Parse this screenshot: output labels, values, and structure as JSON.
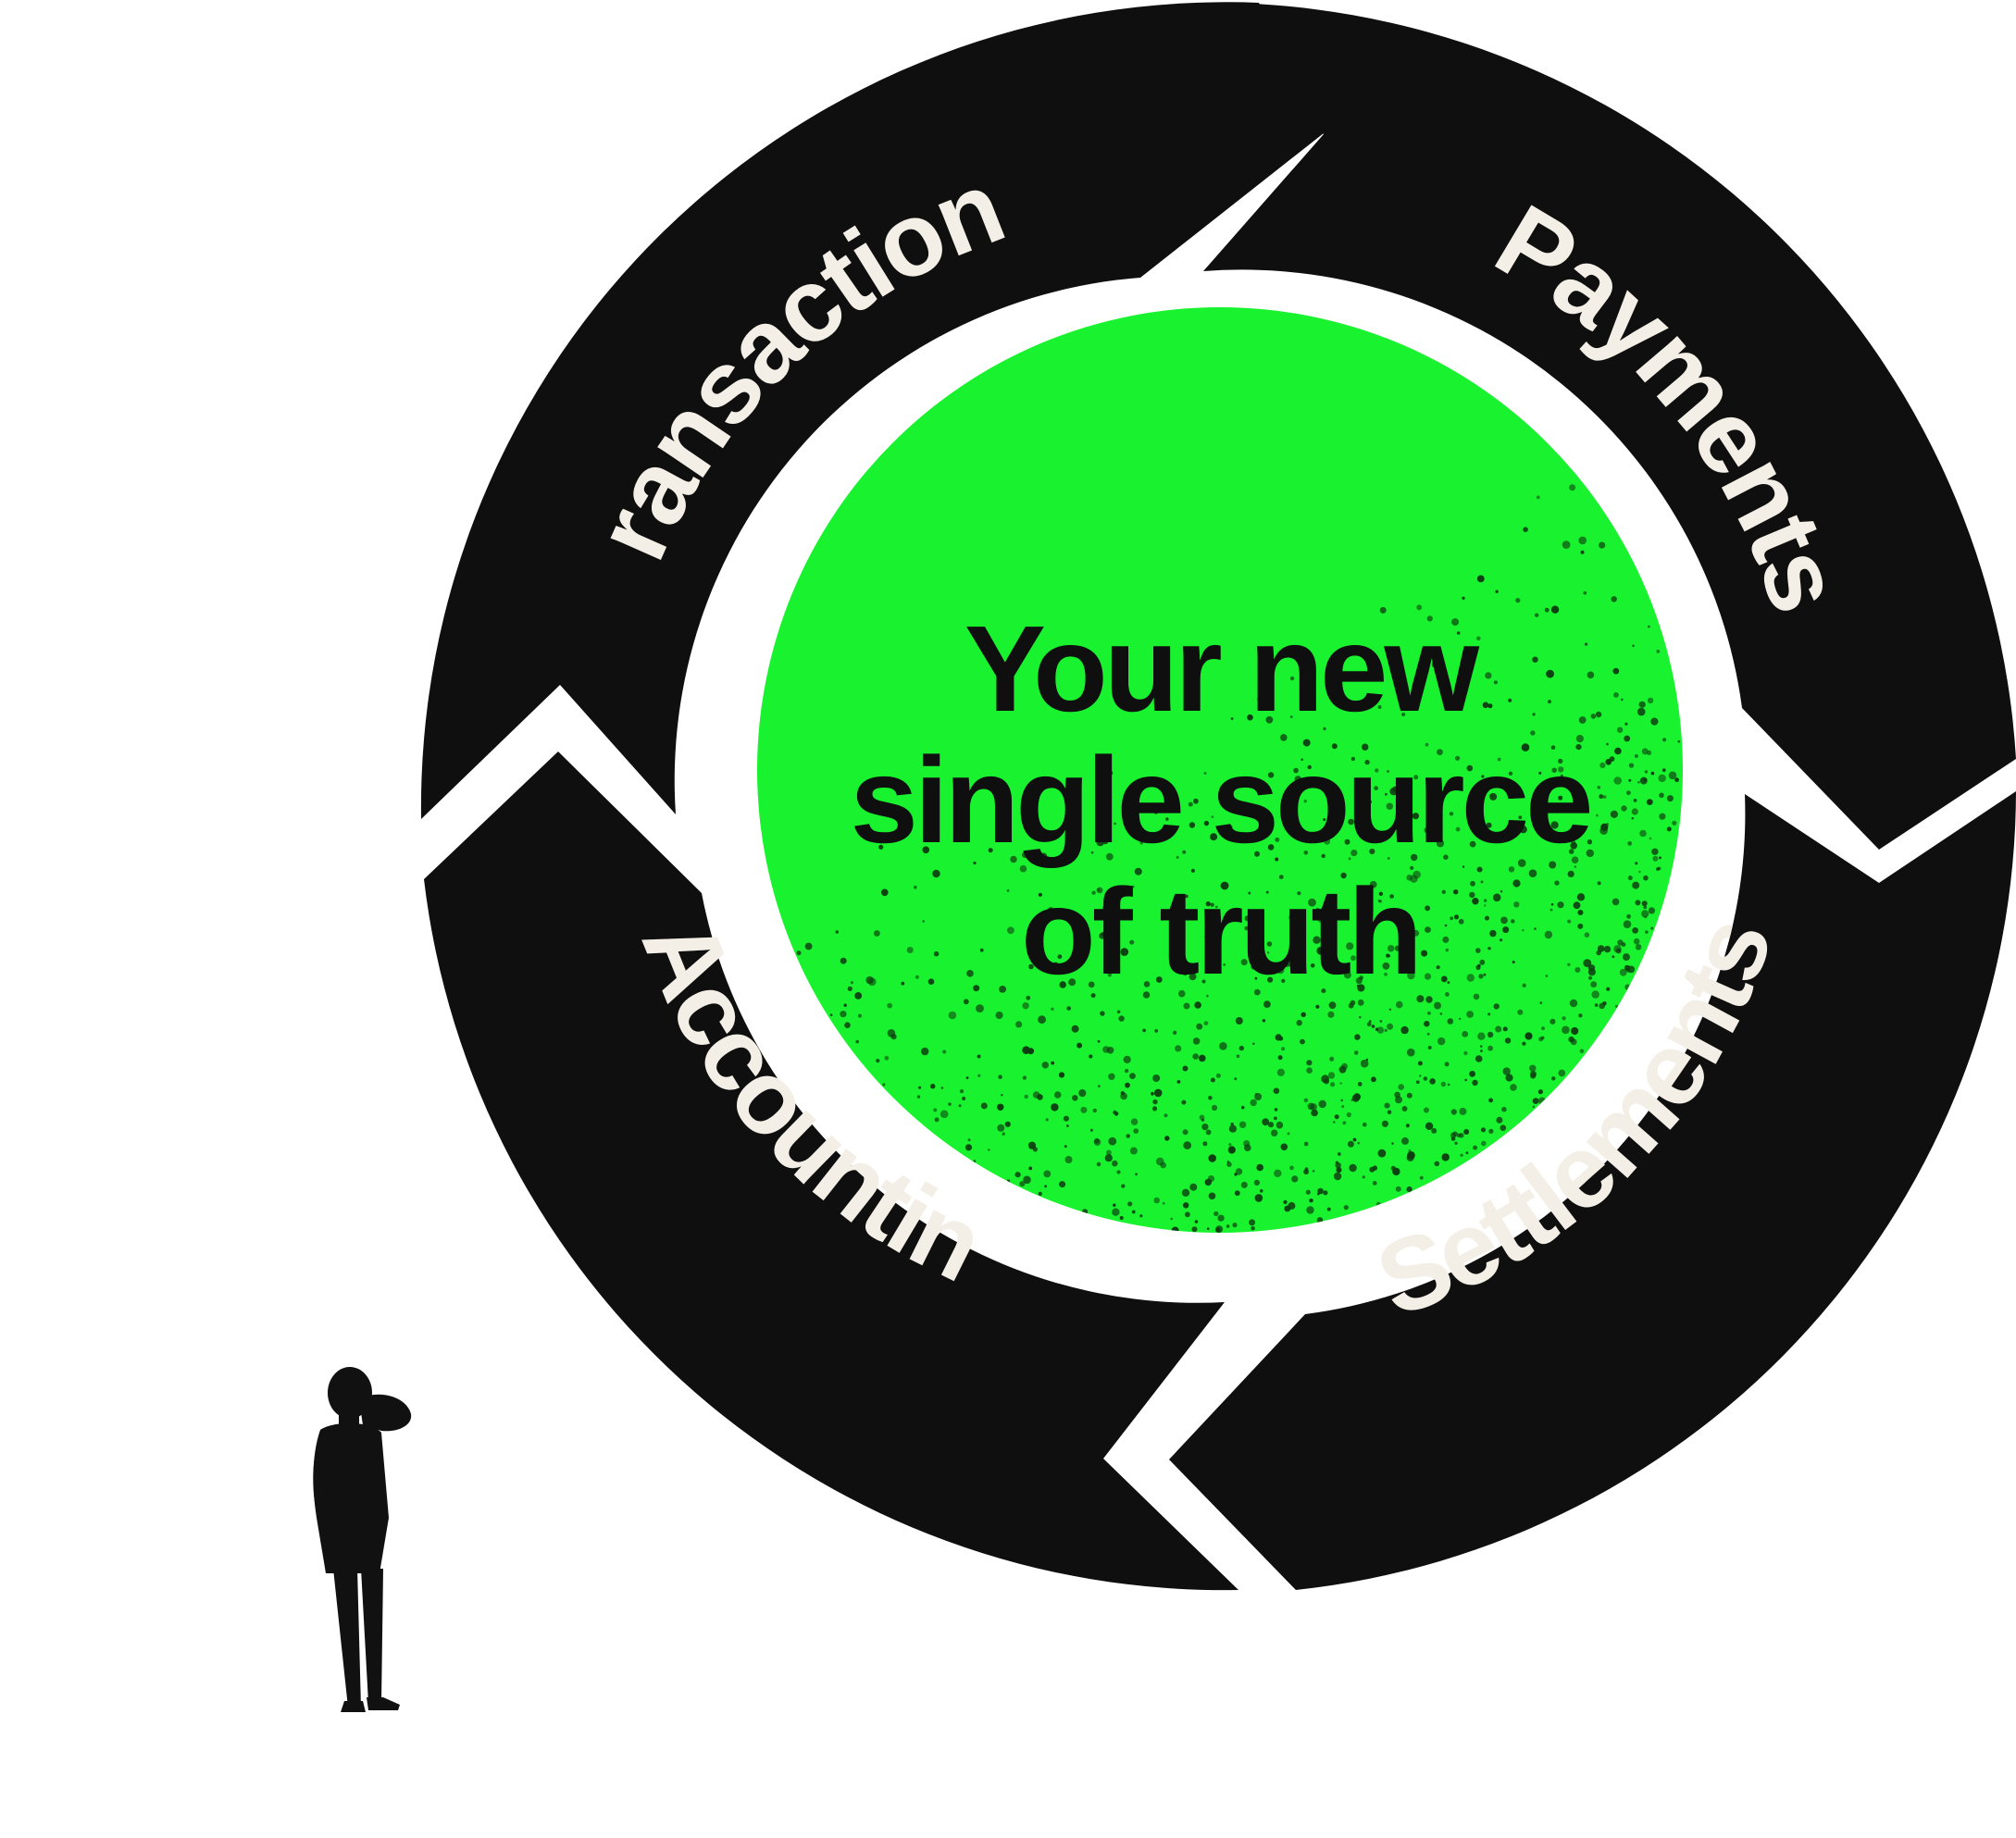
{
  "center": {
    "lines": [
      "Your new",
      "single source",
      "of truth"
    ]
  },
  "segments": [
    {
      "label": "Transactions"
    },
    {
      "label": "Payments"
    },
    {
      "label": "Settlements"
    },
    {
      "label": "Accounting"
    }
  ],
  "colors": {
    "ring": "#0f0f0f",
    "center_fill": "#19f22e",
    "speckle": "#0c3d10",
    "label_text": "#f4efe6",
    "background": "#ffffff",
    "figure": "#111111"
  },
  "icons": {
    "person": "person-looking-up-icon"
  }
}
